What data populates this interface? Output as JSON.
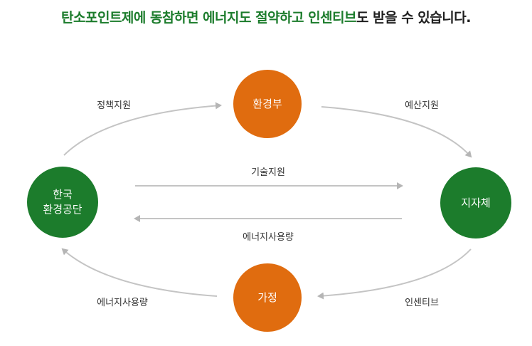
{
  "headline": {
    "green_part": "탄소포인트제에 동참하면 에너지도 절약하고 인센티브",
    "dark_part": "도 받을 수 있습니다."
  },
  "nodes": {
    "ministry": "환경부",
    "local_government": "지자체",
    "household": "가정",
    "keco": "한국\n환경공단"
  },
  "edges": {
    "policy_support": "정책지원",
    "budget_support": "예산지원",
    "technical_support": "기술지원",
    "energy_usage_middle": "에너지사용량",
    "energy_usage_bottom": "에너지사용량",
    "incentive": "인센티브"
  },
  "colors": {
    "green": "#1c7c2c",
    "orange": "#e06c0f",
    "arrow": "#b5b5b5",
    "text": "#333333"
  }
}
